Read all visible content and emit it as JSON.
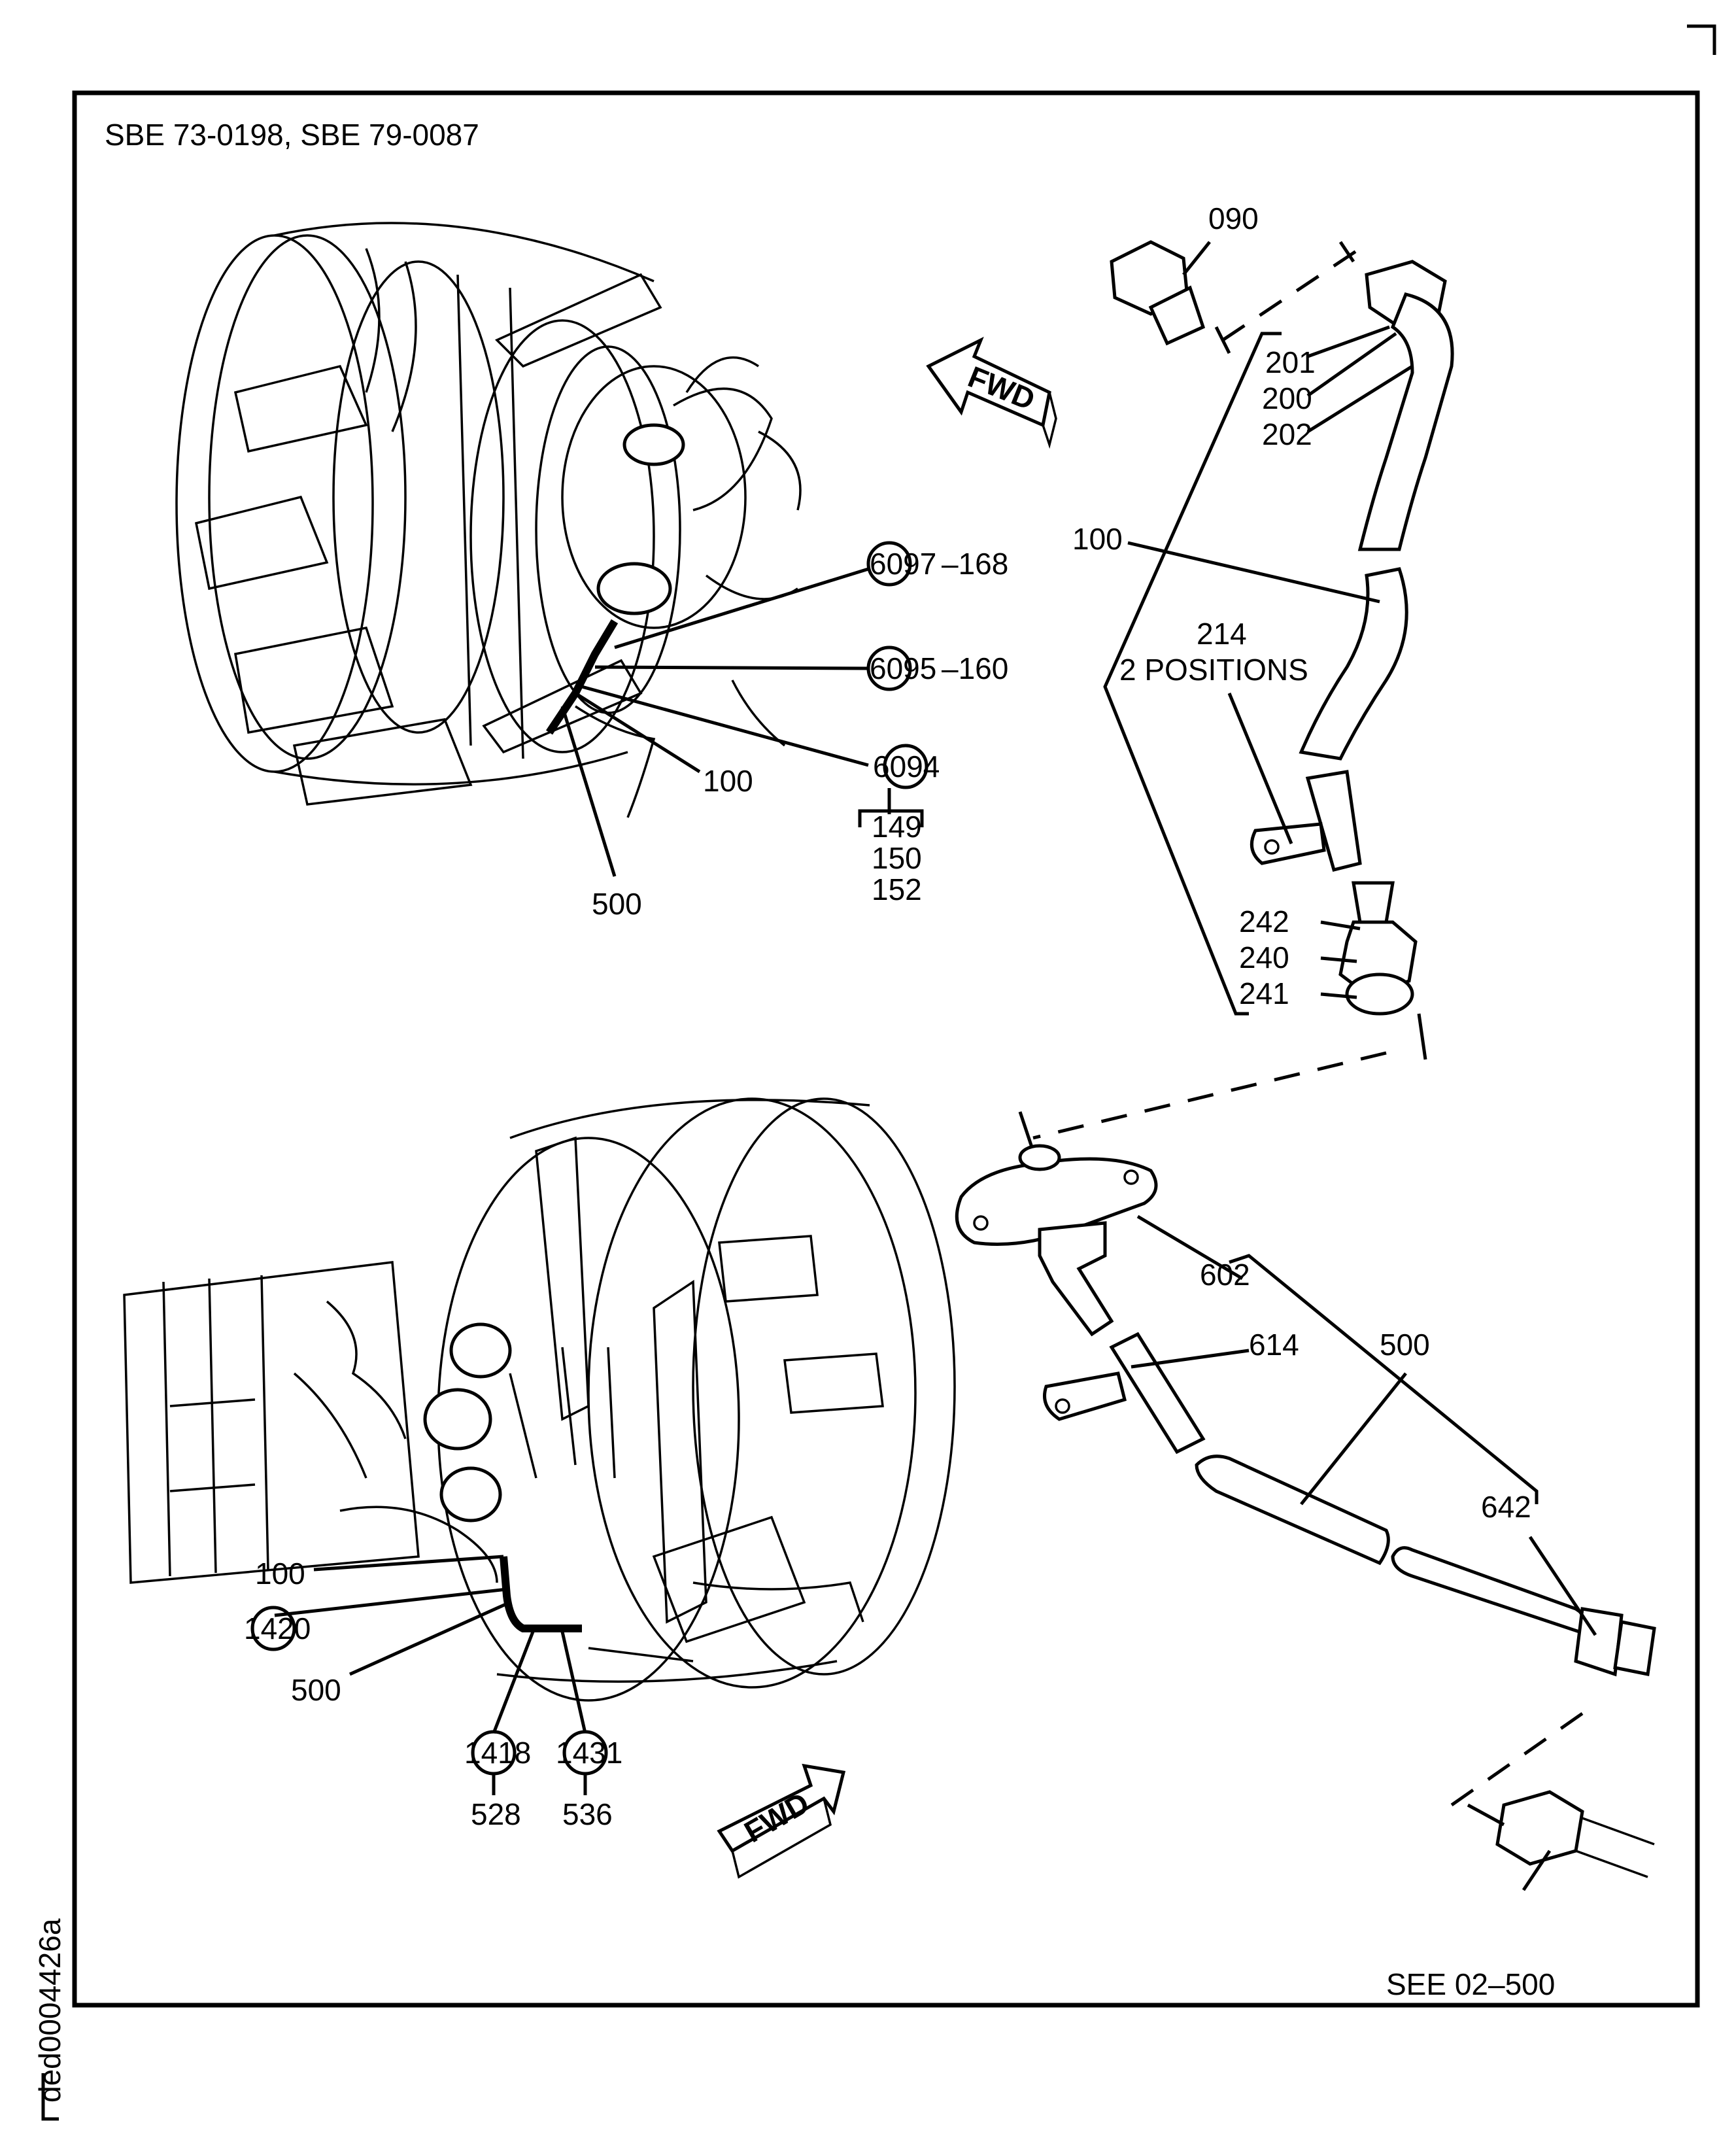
{
  "header": {
    "service_bulletins": "SBE 73-0198, SBE 79-0087"
  },
  "side_code": "ded0004426a",
  "fwd_label": "FWD",
  "callouts": {
    "c090": "090",
    "c201": "201",
    "c200": "200",
    "c202": "202",
    "c100_top_detail": "100",
    "c214": "214",
    "c214_note": "2 POSITIONS",
    "c242": "242",
    "c240": "240",
    "c241": "241",
    "c6097": "6097",
    "c168": "–168",
    "c6095": "6095",
    "c160": "–160",
    "c6094": "6094",
    "c149": "149",
    "c150": "150",
    "c152": "152",
    "c100_top_engine": "100",
    "c500_top_engine": "500",
    "c602": "602",
    "c614": "614",
    "c500_detail": "500",
    "c642": "642",
    "c100_bottom_engine": "100",
    "c1420": "1420",
    "c500_bottom_engine": "500",
    "c1418": "1418",
    "c1431": "1431",
    "c528": "528",
    "c536": "536",
    "see_ref": "SEE 02–500"
  }
}
